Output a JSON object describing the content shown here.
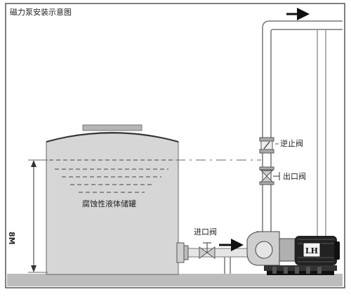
{
  "diagram": {
    "title": "磁力泵安装示意图",
    "tank_label": "腐蚀性液体储罐",
    "check_valve_label": "逆止阀",
    "outlet_valve_label": "出口阀",
    "inlet_valve_label": "进口阀",
    "height_label": "8M",
    "motor_badge": "LH",
    "colors": {
      "background": "#ffffff",
      "frame": "#555555",
      "tank_fill": "#d6d6d6",
      "tank_roof": "#b5b5b5",
      "floor": "#bdbdbd",
      "pipe": "#8a8a8a",
      "motor": "#222222"
    }
  }
}
